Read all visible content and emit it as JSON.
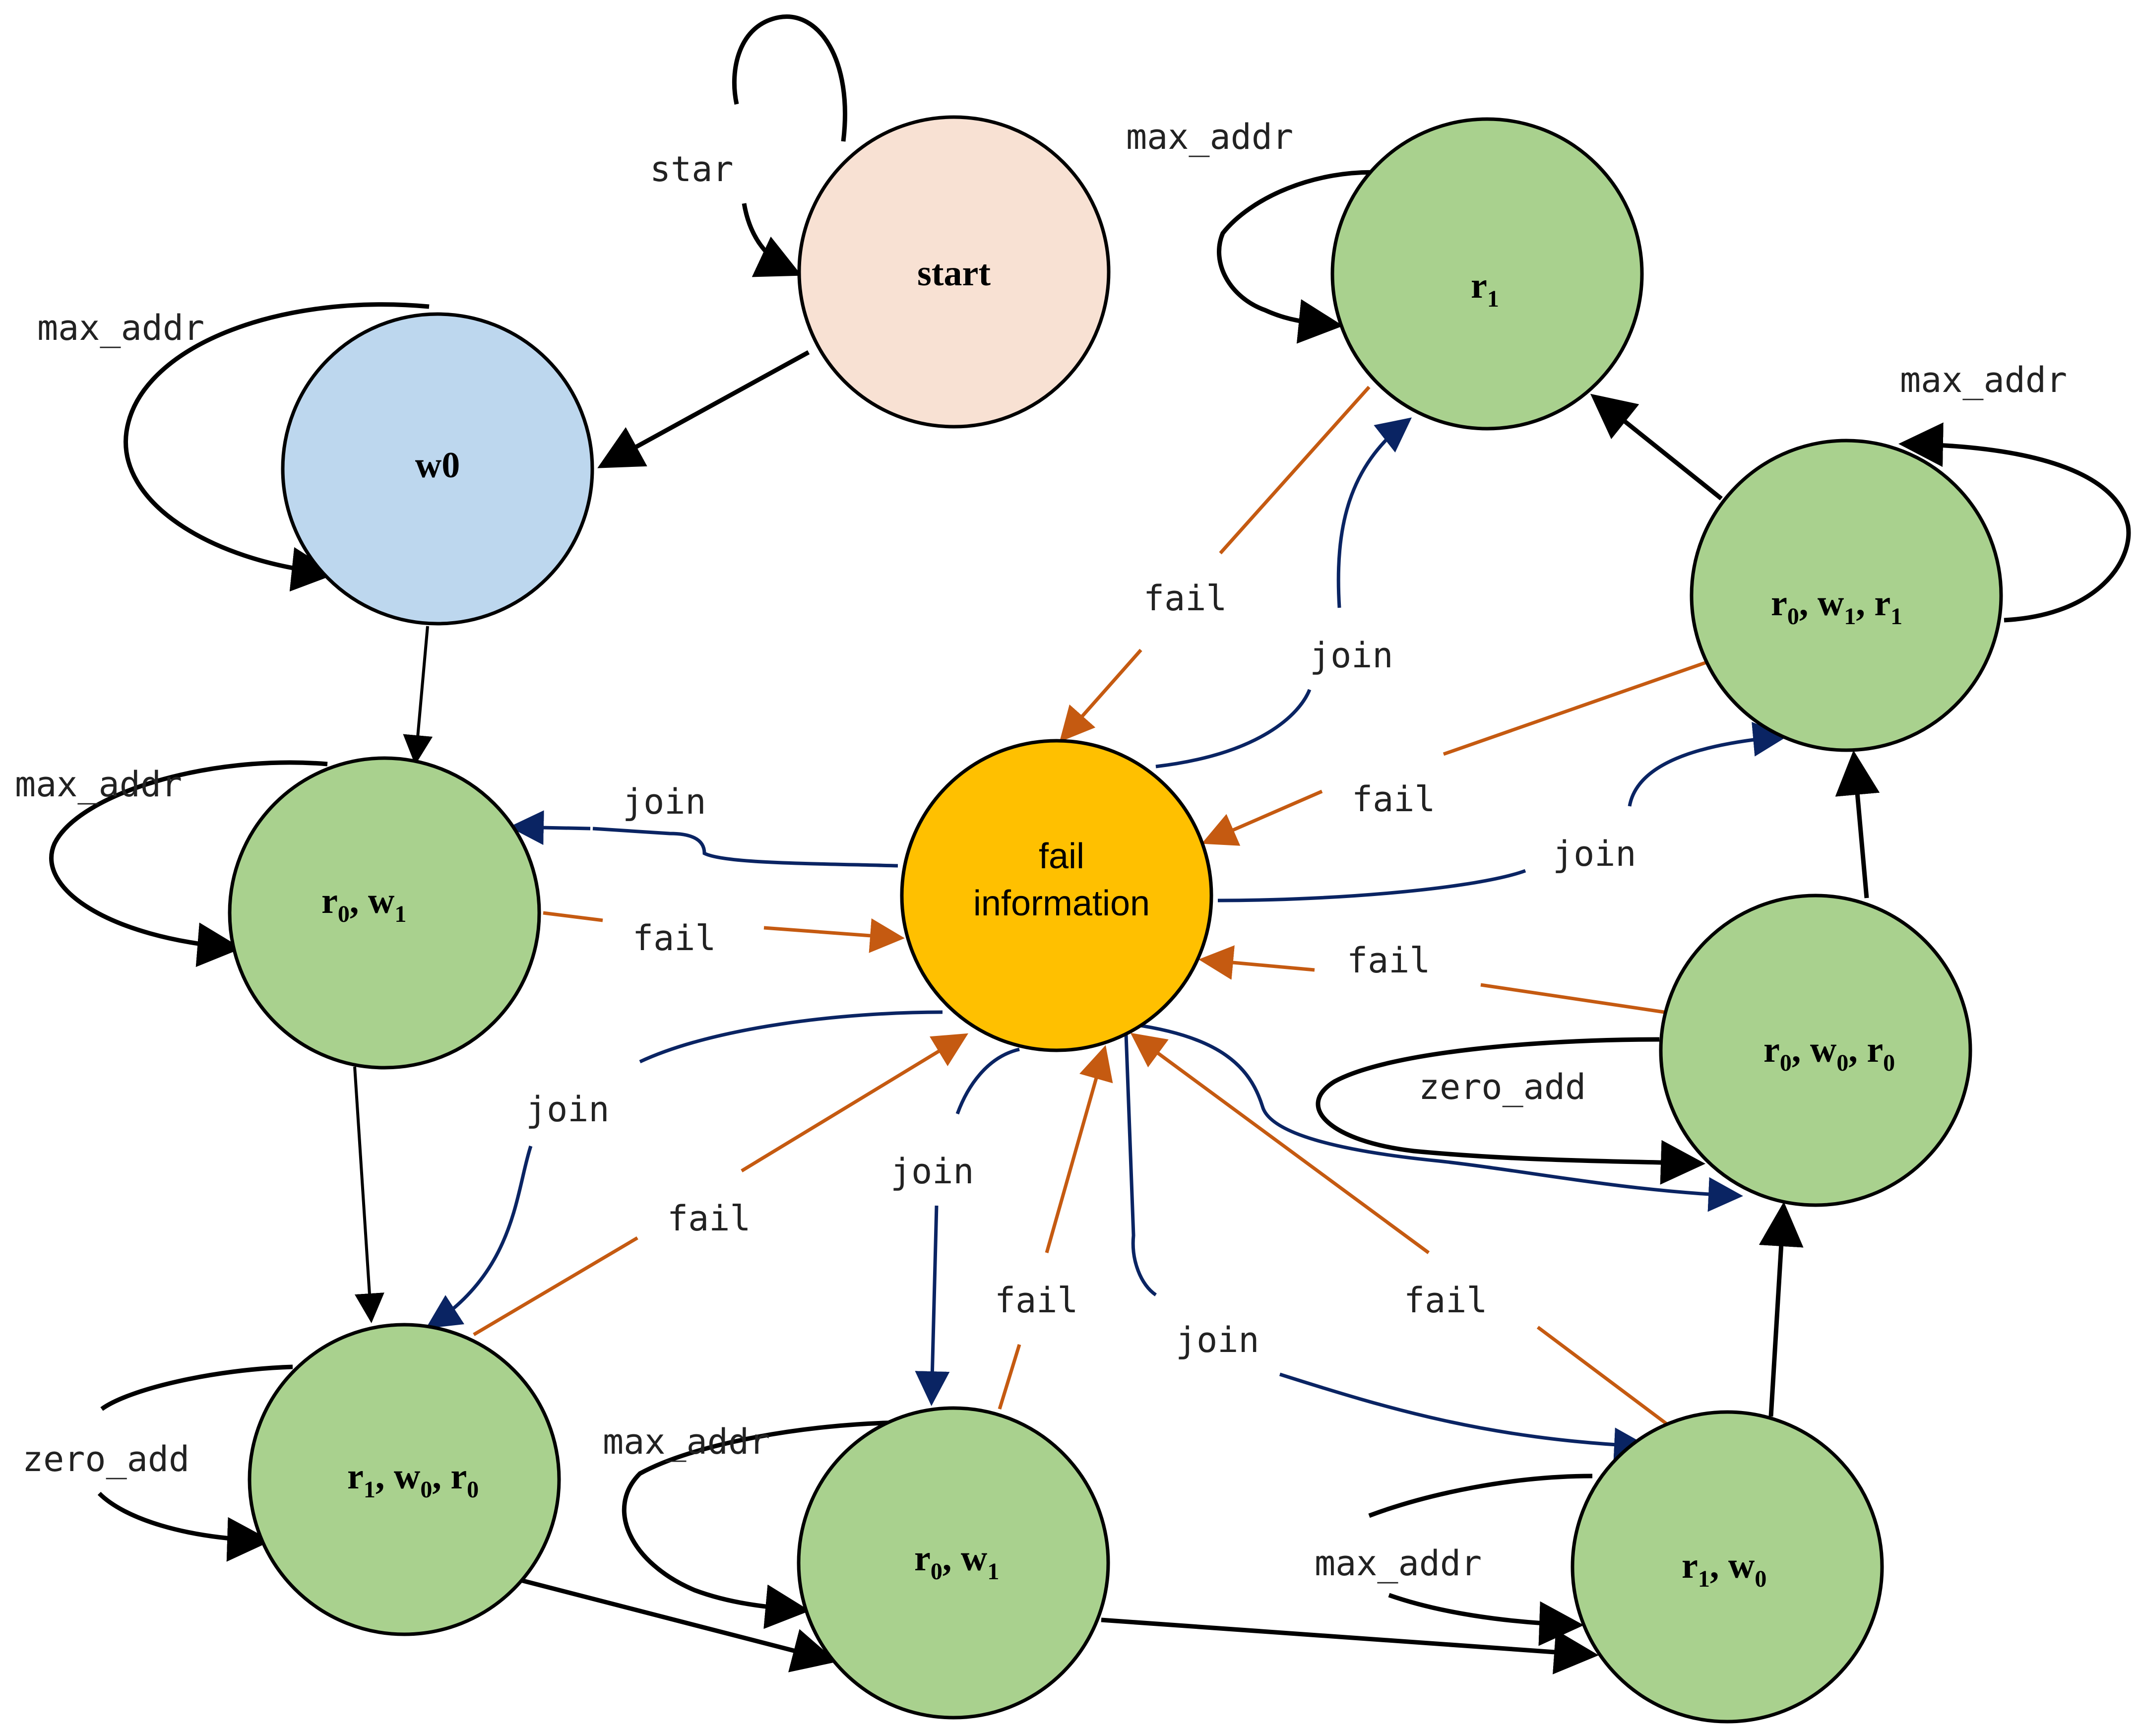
{
  "colors": {
    "start_fill": "#f8e1d3",
    "w0_fill": "#bdd7ee",
    "state_fill": "#a9d18e",
    "fail_fill": "#ffc000",
    "control_edge": "#000000",
    "join_edge": "#0a2463",
    "fail_edge": "#c55a11"
  },
  "nodes": {
    "start": "start",
    "w0": "w0",
    "r1_top": {
      "a": "r",
      "a_sub": "1"
    },
    "r0w1r1": {
      "a": "r",
      "a_sub": "0",
      "b": ", w",
      "b_sub": "1",
      "c": ", r",
      "c_sub": "1"
    },
    "r0w1_left": {
      "a": "r",
      "a_sub": "0",
      "b": ", w",
      "b_sub": "1"
    },
    "fail_info": {
      "line1": "fail",
      "line2": "information"
    },
    "r0w0r0": {
      "a": "r",
      "a_sub": "0",
      "b": ", w",
      "b_sub": "0",
      "c": ", r",
      "c_sub": "0"
    },
    "r1w0r0": {
      "a": "r",
      "a_sub": "1",
      "b": ", w",
      "b_sub": "0",
      "c": ", r",
      "c_sub": "0"
    },
    "r0w1_bottom": {
      "a": "r",
      "a_sub": "0",
      "b": ", w",
      "b_sub": "1"
    },
    "r1w0": {
      "a": "r",
      "a_sub": "1",
      "b": ", w",
      "b_sub": "0"
    }
  },
  "edge_labels": {
    "star": "star",
    "max_addr": "max_addr",
    "zero_add": "zero_add",
    "join": "join",
    "fail": "fail"
  }
}
